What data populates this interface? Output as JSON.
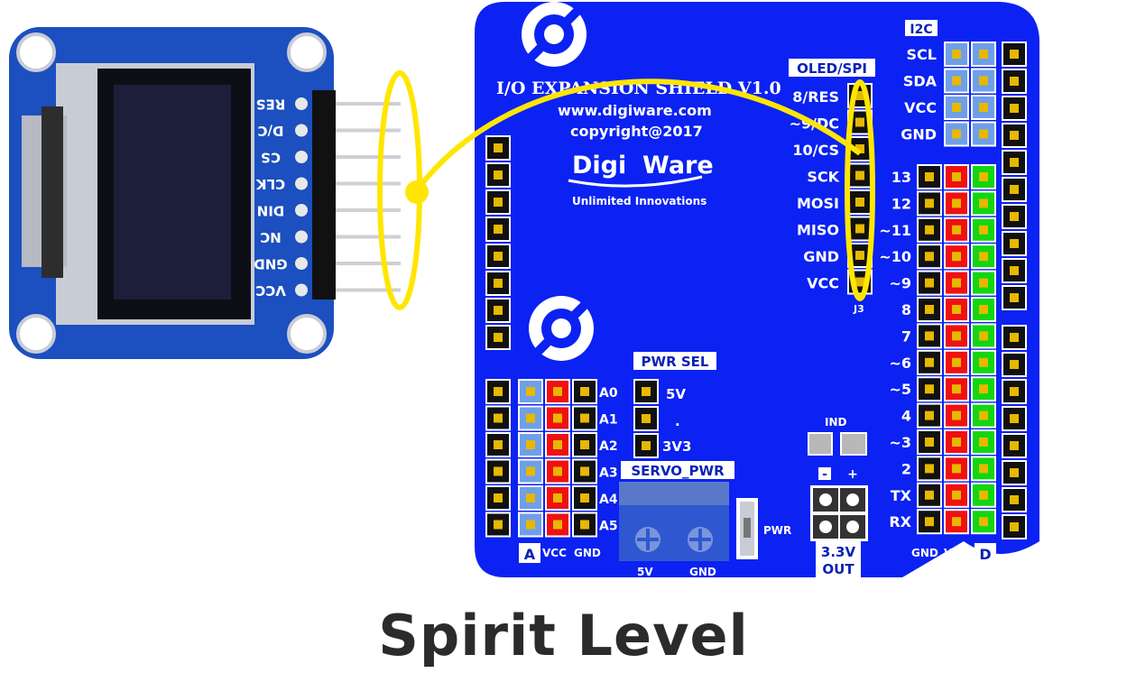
{
  "caption": "Spirit Level",
  "oled": {
    "pins": [
      "RES",
      "D/C",
      "CS",
      "CLK",
      "DIN",
      "NC",
      "GND",
      "VCC"
    ]
  },
  "shield": {
    "title": "I/O EXPANSION SHIELD V1.0",
    "website": "www.digiware.com",
    "copyright": "copyright@2017",
    "brand_a": "Digi",
    "brand_b": "Ware",
    "tagline": "Unlimited Innovations",
    "oled_spi_header": "OLED/SPI",
    "oled_spi_pins": [
      "8/RES",
      "~9/DC",
      "10/CS",
      "SCK",
      "MOSI",
      "MISO",
      "GND",
      "VCC"
    ],
    "j3": "J3",
    "i2c_header": "I2C",
    "i2c_pins": [
      "SCL",
      "SDA",
      "VCC",
      "GND"
    ],
    "digital_labels": [
      "13",
      "12",
      "~11",
      "~10",
      "~9",
      "8",
      "7",
      "~6",
      "~5",
      "4",
      "~3",
      "2",
      "TX",
      "RX"
    ],
    "digital_footer": [
      "GND",
      "VCC",
      "D"
    ],
    "analog_labels": [
      "A0",
      "A1",
      "A2",
      "A3",
      "A4",
      "A5"
    ],
    "analog_footer": [
      "A",
      "VCC",
      "GND"
    ],
    "pwr_sel": {
      "header": "PWR SEL",
      "opt1": "5V",
      "dot": ".",
      "opt2": "3V3"
    },
    "servo": {
      "header": "SERVO_PWR",
      "left": "5V",
      "right": "GND",
      "pwr": "PWR"
    },
    "ind": "IND",
    "out33": {
      "minus": "-",
      "plus": "+",
      "line1": "3.3V",
      "line2": "OUT"
    }
  },
  "colors": {
    "board_blue": "#0b22f2",
    "oled_blue": "#1c4fbf",
    "annotation_yellow": "#ffe600",
    "header_black": "#111111",
    "pin_gold": "#e6b800",
    "sig_blue": "#6f9fe8",
    "vcc_red": "#f01010",
    "sig_green": "#13d613"
  }
}
